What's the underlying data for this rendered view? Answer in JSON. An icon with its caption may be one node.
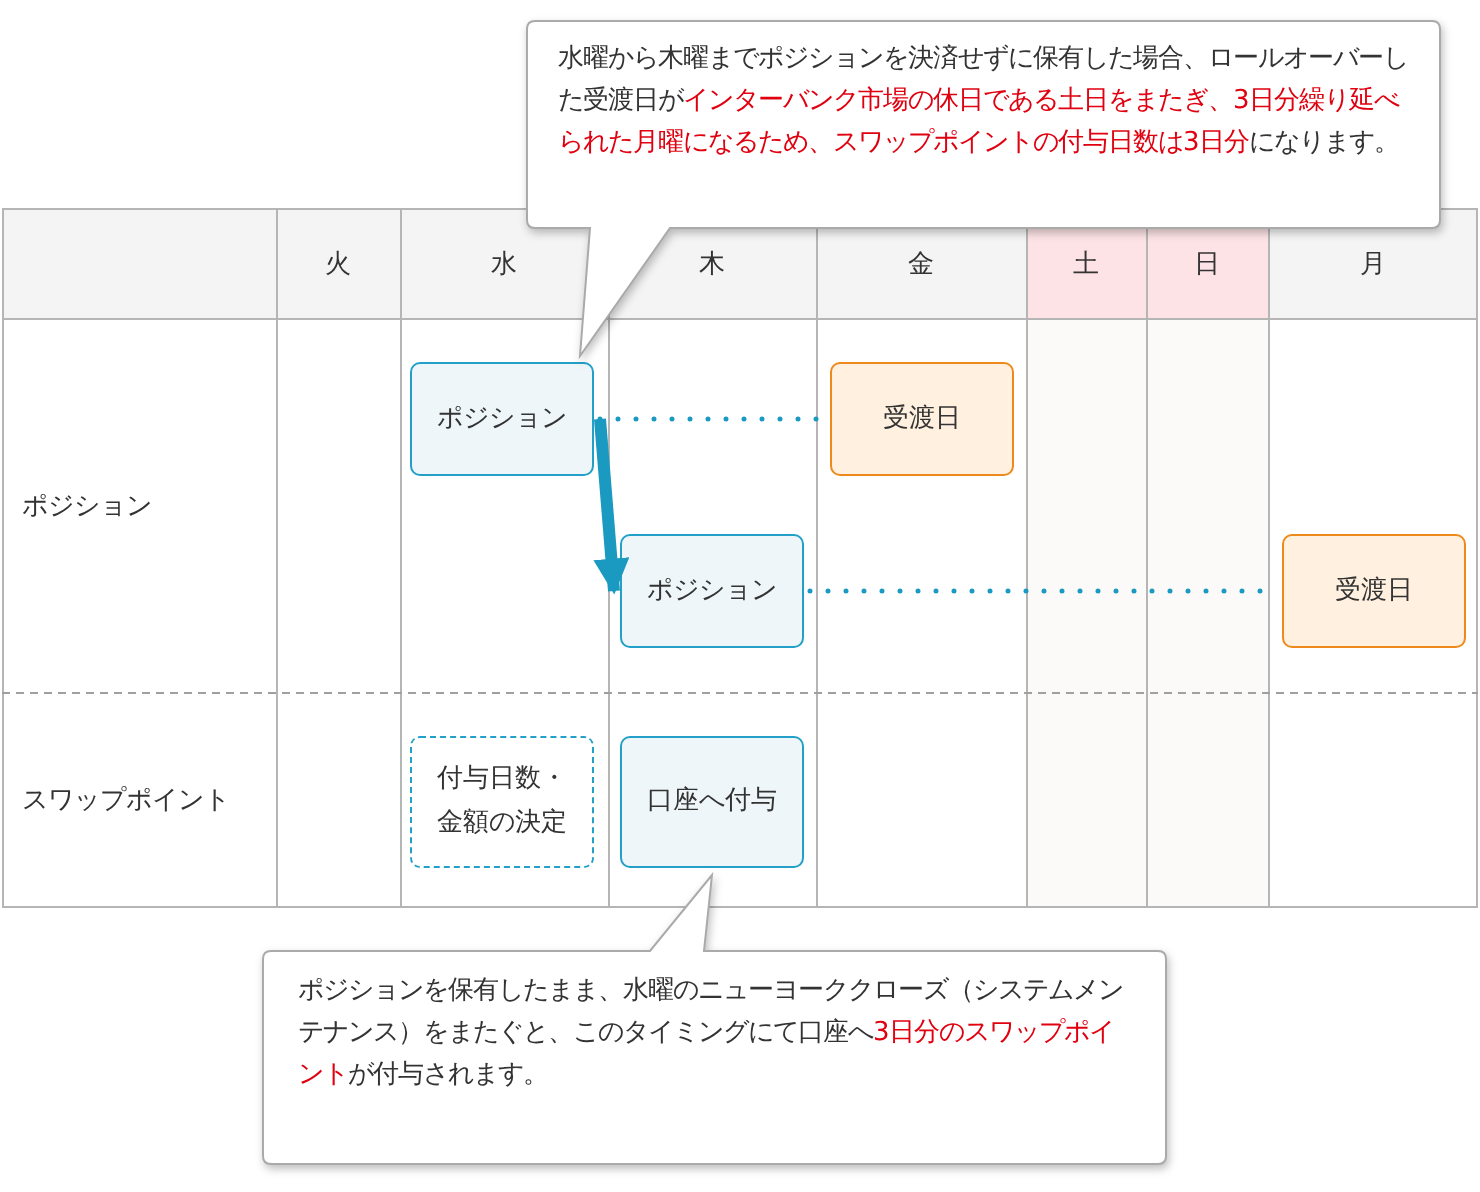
{
  "diagram": {
    "nodes": [
      {
        "text": [
          "水曜から木曜までポジションを決済せずに保有した場合、ロールオーバーした受渡日が**インターバンク市場の休日である土日をまたぎ、3日分繰り延べられた月曜になるため、スワップポイントの付与日数は3日分**になります。"
        ]
      },
      {
        "text": [
          "ポジション"
        ]
      },
      {
        "text": [
          "受渡日"
        ]
      },
      {
        "text": [
          "ポジション"
        ]
      },
      {
        "text": [
          "受渡日"
        ]
      },
      {
        "text": [
          "付与日数・金額の決定"
        ]
      },
      {
        "text": [
          "口座へ付与"
        ]
      },
      {
        "text": [
          "ポジションを保有したまま、水曜のニューヨーククローズ（システムメンテナンス）をまたぐと、このタイミングにて口座へ**3日分のスワップポイント**が付与されます。"
        ]
      }
    ],
    "edges": [
      {
        "from": 1,
        "to": 2,
        "arrow": "none",
        "style": "dashed"
      },
      {
        "from": 1,
        "to": 3,
        "arrow": "to",
        "style": "thick"
      },
      {
        "from": 3,
        "to": 4,
        "arrow": "none",
        "style": "dashed"
      }
    ],
    "labels": [
      "火",
      "水",
      "木",
      "金",
      "土",
      "日",
      "月",
      "ポジション",
      "スワップポイント"
    ]
  }
}
